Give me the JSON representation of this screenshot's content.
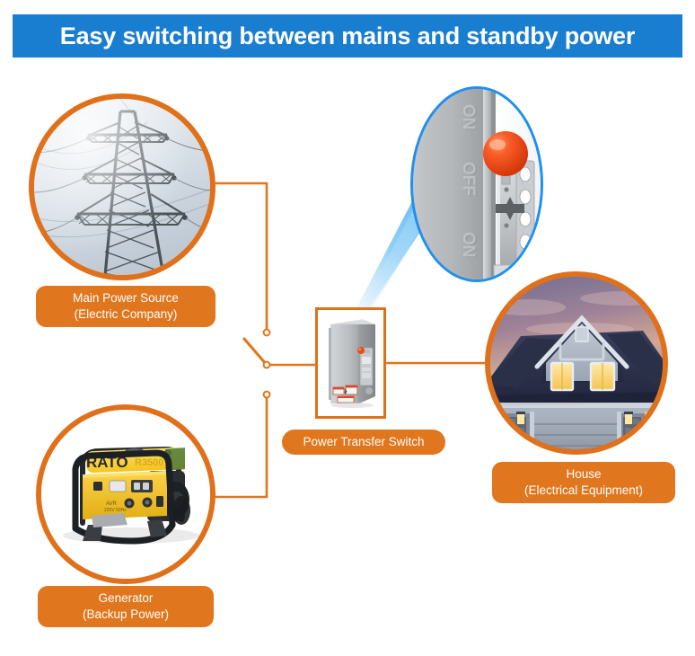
{
  "banner": {
    "title": "Easy switching between mains and standby power",
    "background_color": "#1a7ed0",
    "text_color": "#ffffff"
  },
  "theme": {
    "accent_orange": "#e0701a",
    "label_orange": "#e0761d",
    "magnifier_blue": "#1e90f0",
    "cone_blue": "#6cc0f5",
    "page_background": "#ffffff"
  },
  "diagram": {
    "type": "flow-diagram",
    "description": "Power transfer switch diagram connecting mains power and a backup generator through a transfer switch to a house",
    "nodes": [
      {
        "id": "mains",
        "photo": "transmission-tower",
        "label_line1": "Main Power Source",
        "label_line2": "(Electric Company)"
      },
      {
        "id": "generator",
        "photo": "portable-generator",
        "brand_text": "RATO",
        "label_line1": "Generator",
        "label_line2": "(Backup Power)"
      },
      {
        "id": "house",
        "photo": "house-at-dusk",
        "label_line1": "House",
        "label_line2": "(Electrical Equipment)"
      },
      {
        "id": "transfer-switch",
        "photo": "gray-transfer-switch-enclosure",
        "label_line1": "Power Transfer Switch"
      }
    ],
    "magnifier": {
      "id": "switch-lever-closeup",
      "markings": [
        "ON",
        "OFF",
        "ON"
      ],
      "handle_color": "#f4501e",
      "ring_color": "#1e90f0"
    },
    "connections": [
      {
        "from": "mains",
        "to": "transfer-switch"
      },
      {
        "from": "generator",
        "to": "transfer-switch"
      },
      {
        "from": "transfer-switch",
        "to": "house"
      }
    ],
    "switch_symbol": {
      "type": "spdt-knife-switch",
      "position": "selected-to-mains"
    }
  }
}
